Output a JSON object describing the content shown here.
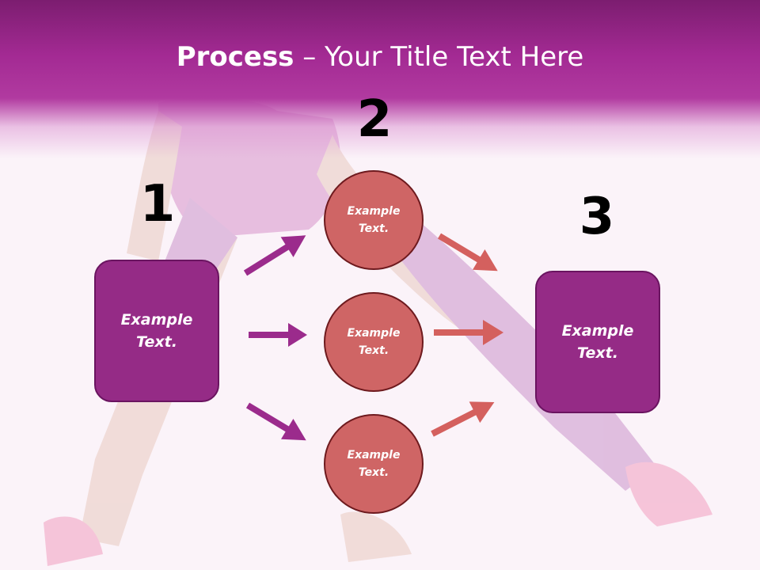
{
  "slide": {
    "title_bold": "Process",
    "title_rest": " – Your Title Text Here",
    "background_image": "woman-stretching-photo"
  },
  "steps": {
    "one": {
      "number": "1",
      "label_line1": "Example",
      "label_line2": "Text."
    },
    "two": {
      "number": "2",
      "circles": [
        {
          "line1": "Example",
          "line2": "Text."
        },
        {
          "line1": "Example",
          "line2": "Text."
        },
        {
          "line1": "Example",
          "line2": "Text."
        }
      ]
    },
    "three": {
      "number": "3",
      "label_line1": "Example",
      "label_line2": "Text."
    }
  },
  "colors": {
    "header": "#a32a93",
    "box_fill": "#952b86",
    "circle_fill": "#cf6565",
    "left_arrows": "#9b2b8c",
    "right_arrows": "#d4605e"
  }
}
